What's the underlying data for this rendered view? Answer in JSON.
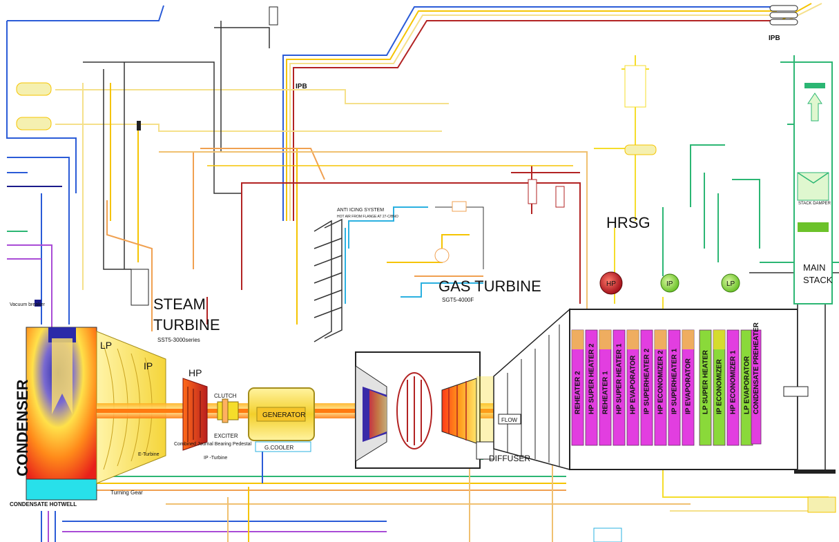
{
  "labels": {
    "condenser": "CONDENSER",
    "vacuum_breaker": "Vacuum breaker",
    "condensate_hotwell": "CONDENSATE HOTWELL",
    "turning_gear": "Turning Gear",
    "steam_turbine": "STEAM",
    "steam_turbine_2": "TURBINE",
    "steam_turbine_model": "SST5-3000series",
    "lp": "LP",
    "ip": "IP",
    "hp": "HP",
    "combined_bearing": "Combined Journal Bearing Pedestal",
    "e_turbine": "E-Turbine",
    "ip_turbine": "IP -Turbine",
    "clutch": "CLUTCH",
    "exciter": "EXCITER",
    "generator": "GENERATOR",
    "g_cooler": "G.COOLER",
    "ipb_top": "IPB",
    "ipb_mid": "IPB",
    "anti_icing": "ANTI ICING SYSTEM",
    "anti_icing_sub": "HOT AIR FROM FLANGE AT 27-C/BNO",
    "gas_turbine": "GAS TURBINE",
    "gas_turbine_model": "SGT5-4000F",
    "diffuser": "DIFFUSER",
    "flow": "FLOW",
    "hrsg": "HRSG",
    "drum_hp": "HP",
    "drum_ip": "IP",
    "drum_lp": "LP",
    "main_stack": "MAIN",
    "main_stack_2": "STACK",
    "stack_damper": "STACK DAMPER"
  },
  "hrsg_modules": [
    "REHEATER 2",
    "HP SUPER HEATER 2",
    "REHEATER 1",
    "HP SUPER HEATER 1",
    "HP EVAPORATOR",
    "IP SUPERHEATER 2",
    "HP ECONOMIZER 2",
    "IP SUPERHEATER 1",
    "IP EVAPORATOR",
    "LP SUPER HEATER",
    "IP ECONOMIZER",
    "HP ECONOMIZER 1",
    "LP EVAPORATOR",
    "CONDENSATE PREHEATER"
  ],
  "colors": {
    "hp_steam": "#b22222",
    "lp_steam": "#f5c400",
    "condensate": "#2a5bd7",
    "water": "#2bb673",
    "purple": "#a94bd6",
    "module_magenta": "#e23ee0",
    "module_green": "#8ad93a",
    "module_yellow": "#f5dd2a"
  }
}
